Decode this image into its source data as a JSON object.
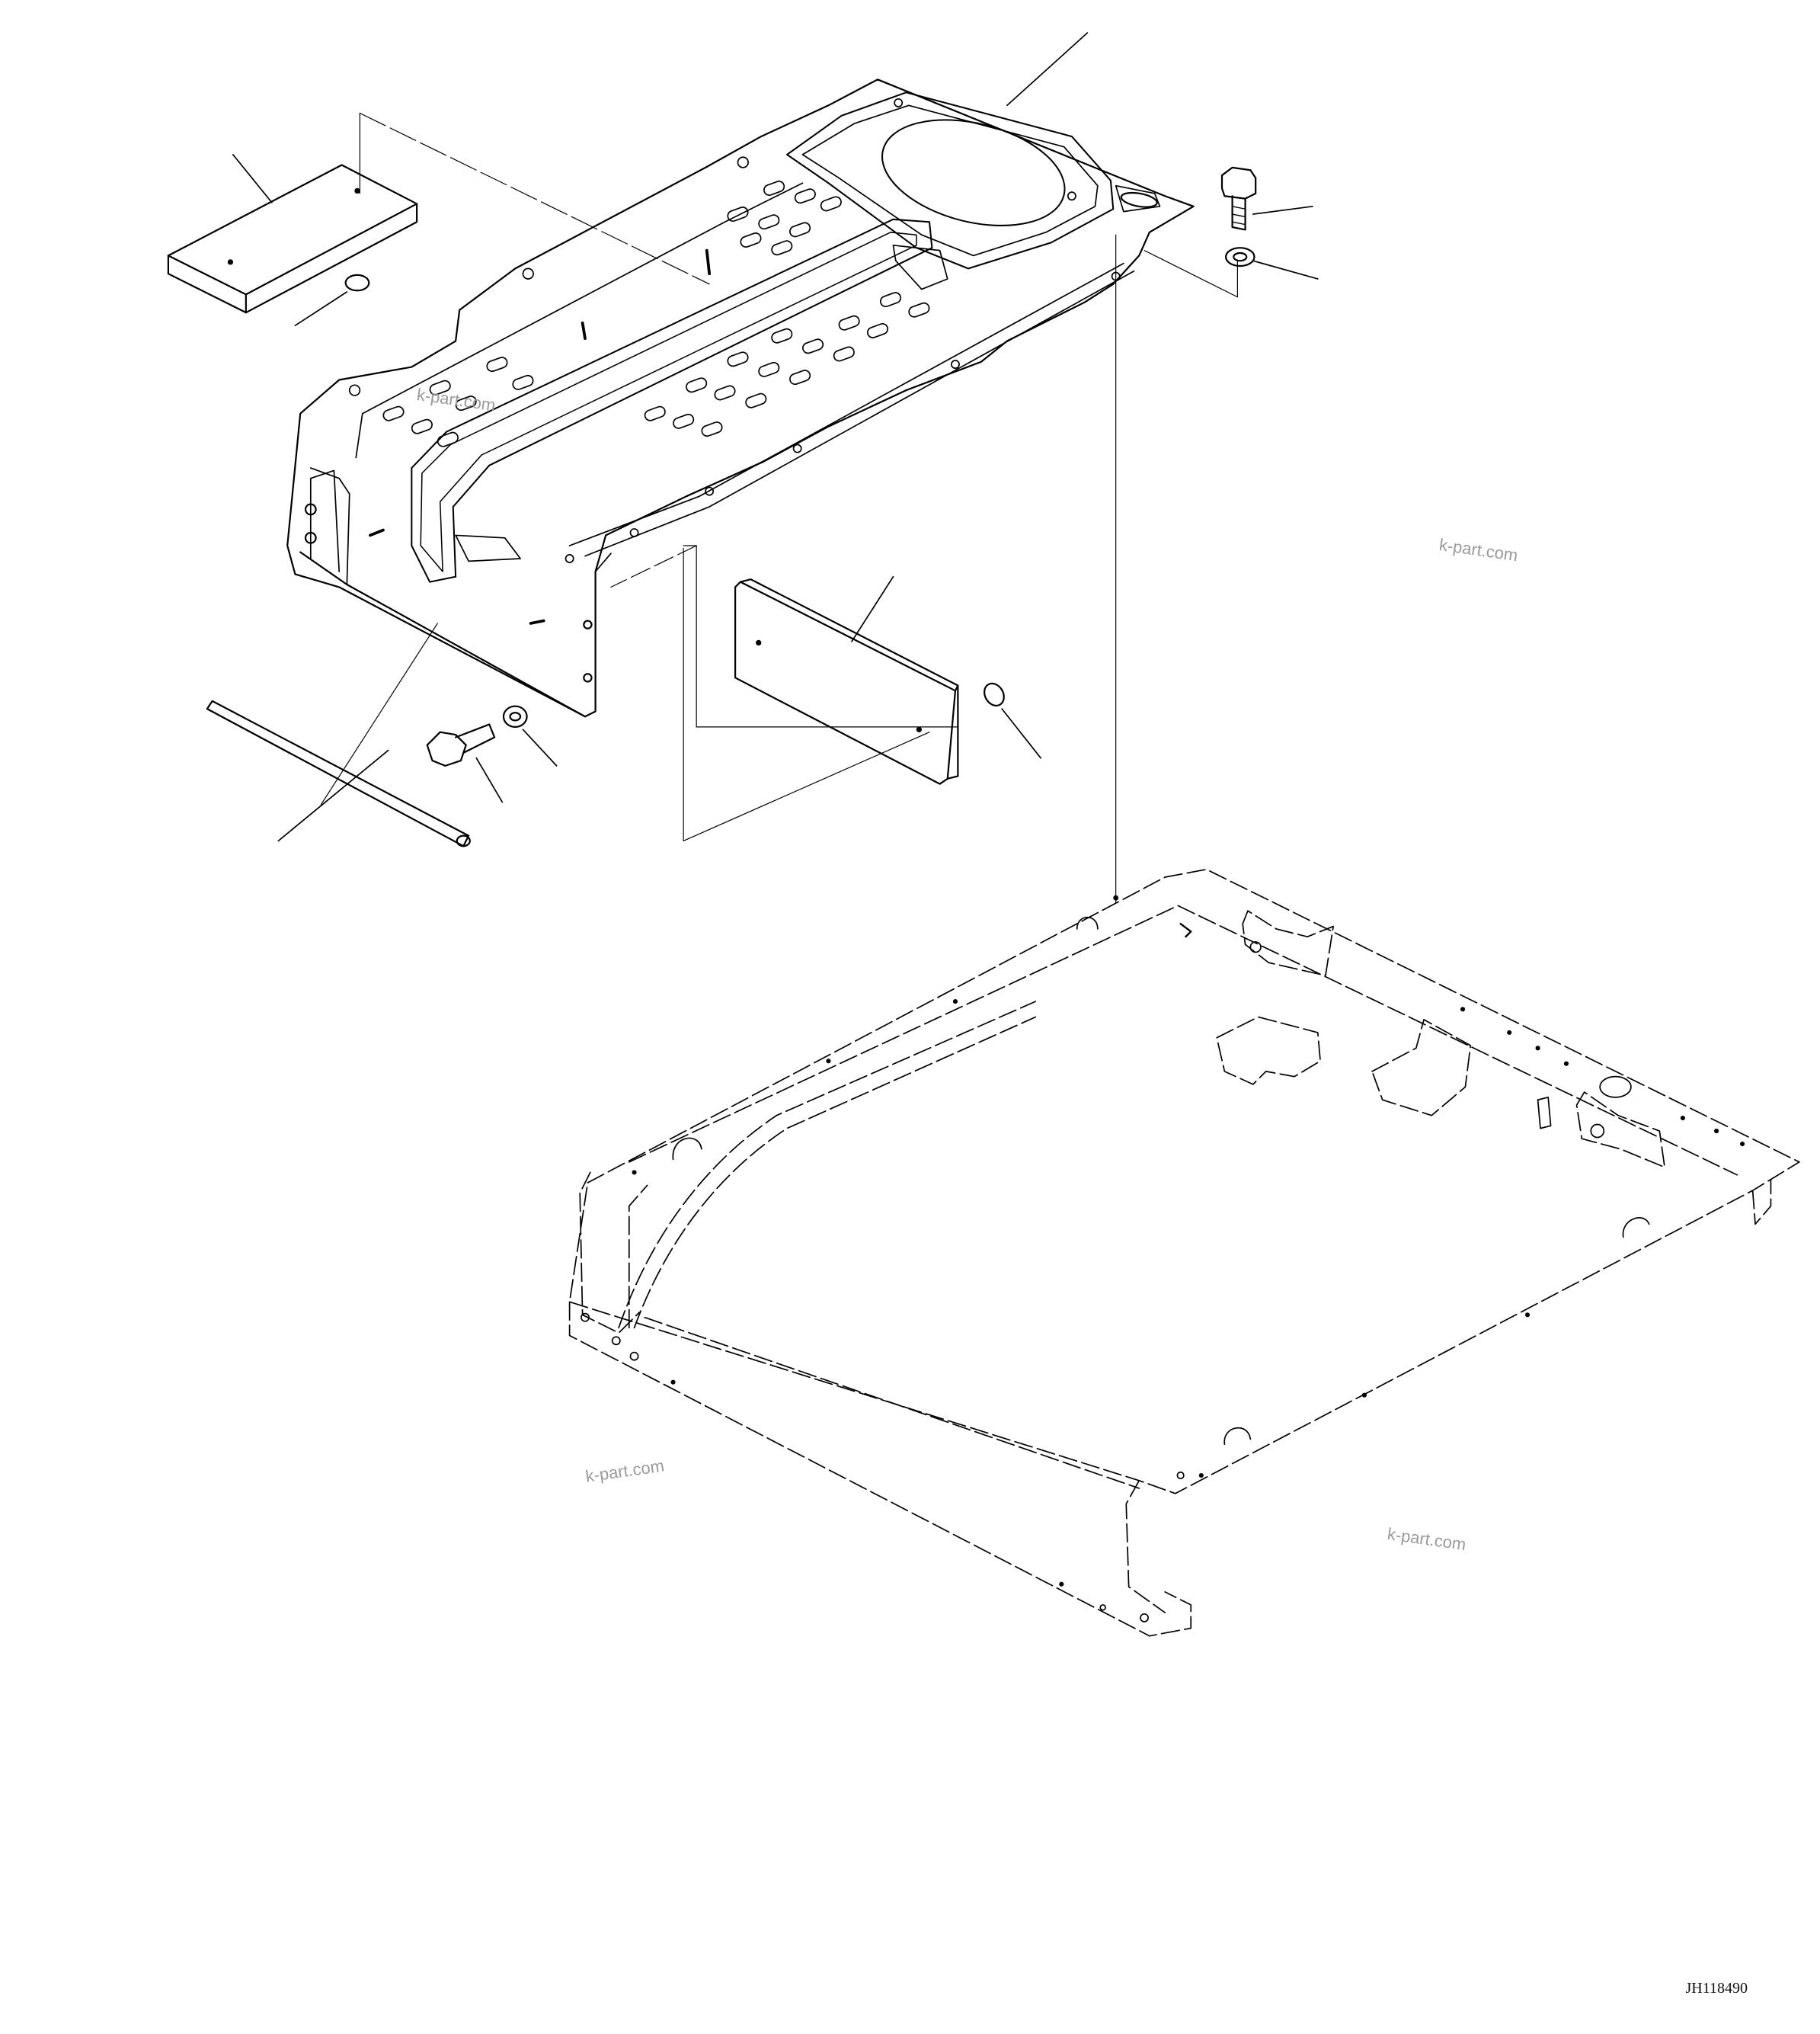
{
  "watermarks": [
    "k-part.com",
    "k-part.com",
    "k-part.com",
    "k-part.com"
  ],
  "drawing_code": "JH118490"
}
